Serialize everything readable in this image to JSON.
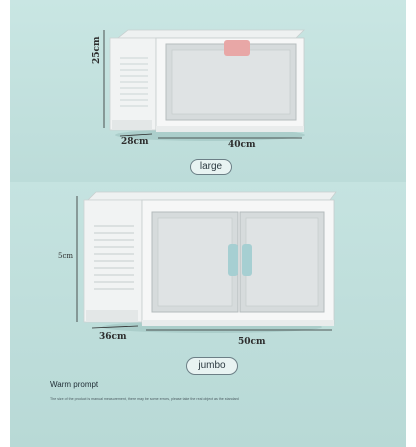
{
  "small_box": {
    "height_label": "25cm",
    "depth_label": "28cm",
    "width_label": "40cm",
    "size_name": "large"
  },
  "big_box": {
    "height_label": "5cm",
    "depth_label": "36cm",
    "width_label": "50cm",
    "size_name": "jumbo"
  },
  "warm_prompt": {
    "title": "Warm prompt",
    "text": "The size of the product is manual measurement, there may be some errors, please take the real object as the standard"
  },
  "colors": {
    "background": "#bfe0dd",
    "box_white": "#f4f6f6",
    "door_glass": "#d7dcdd",
    "pink_handle": "#e8a7a6",
    "teal_handle": "#a6cfd2"
  }
}
